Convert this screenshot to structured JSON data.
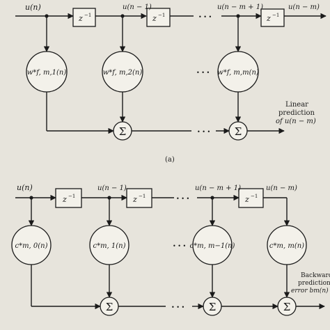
{
  "diagram_a": {
    "input_label": "u(n)",
    "delay_label": "z",
    "delay_exp": "−1",
    "tap_labels": [
      "u(n − 1)",
      "u(n − m + 1)",
      "u(n − m)"
    ],
    "weight_labels": [
      "w*f, m,1(n)",
      "w*f, m,2(n)",
      "w*f, m,m(n)"
    ],
    "sum_symbol": "Σ",
    "ellipsis": "• • •",
    "output_label": [
      "Linear",
      "prediction",
      "of u(n − m)"
    ],
    "caption": "(a)"
  },
  "diagram_b": {
    "input_label": "u(n)",
    "delay_label": "z",
    "delay_exp": "−1",
    "tap_labels": [
      "u(n − 1)",
      "u(n − m + 1)",
      "u(n − m)"
    ],
    "weight_labels": [
      "c*m, 0(n)",
      "c*m, 1(n)",
      "c*m, m−1(n)",
      "c*m, m(n)"
    ],
    "sum_symbol": "Σ",
    "ellipsis": "• • •",
    "output_label": [
      "Backward",
      "prediction",
      "error bm(n)"
    ]
  }
}
